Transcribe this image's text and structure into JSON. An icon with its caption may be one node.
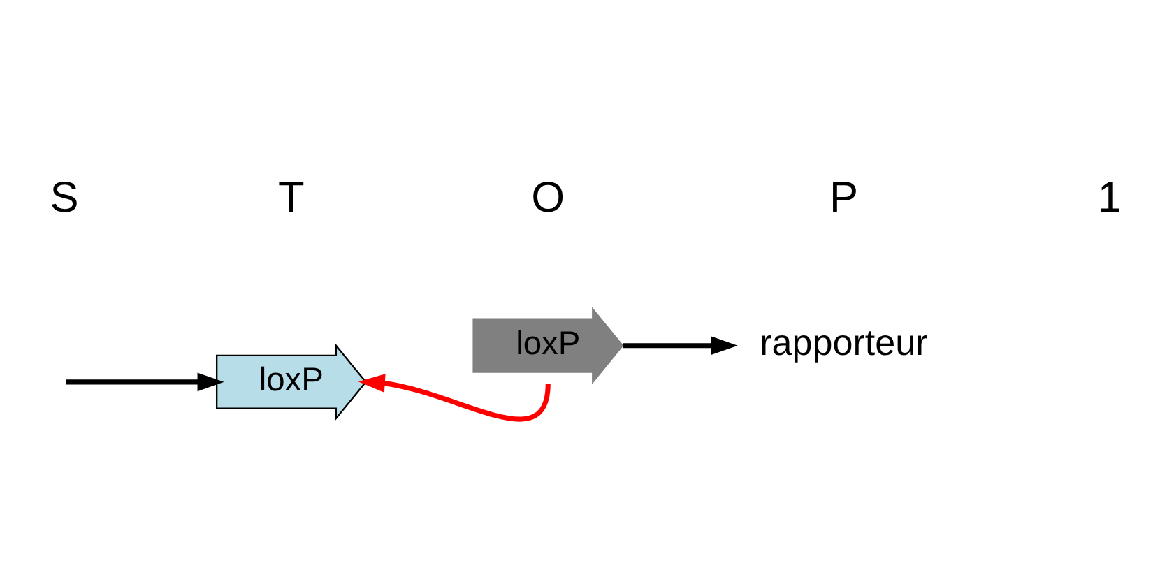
{
  "diagram": {
    "nodes": [
      {
        "text": [
          "loxP"
        ]
      },
      {
        "text": [
          "loxP"
        ]
      },
      {
        "text": [
          "rapporteur"
        ]
      }
    ],
    "edges": [
      {
        "from": null,
        "to": 0,
        "arrow": "to"
      },
      {
        "from": 1,
        "to": 0,
        "arrow": "to",
        "color": "#ff0000"
      },
      {
        "from": 1,
        "to": 2,
        "arrow": "to"
      }
    ],
    "labels": [
      "S",
      "T",
      "O",
      "P",
      "1"
    ]
  }
}
